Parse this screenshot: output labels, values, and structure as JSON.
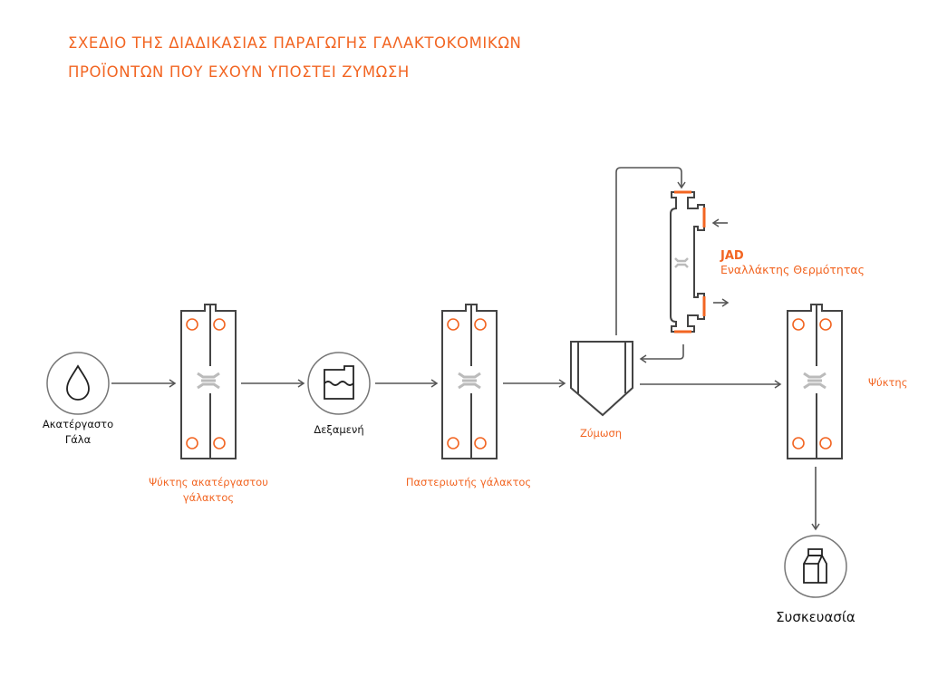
{
  "title": {
    "line1": "ΣΧΕΔΙΟ ΤΗΣ ΔΙΑΔΙΚΑΣΙΑΣ ΠΑΡΑΓΩΓΗΣ ΓΑΛΑΚΤΟΚΟΜΙΚΩΝ",
    "line2": "ΠΡΟΪΟΝΤΩΝ ΠΟΥ ΕΧΟΥΝ ΥΠΟΣΤΕΙ ΖΥΜΩΣΗ"
  },
  "nodes": {
    "raw_milk": {
      "line1": "Ακατέργαστο",
      "line2": "Γάλα",
      "icon": "droplet-icon"
    },
    "raw_cooler": {
      "line1": "Ψύκτης ακατέργαστου",
      "line2": "γάλακτος"
    },
    "tank": {
      "label": "Δεξαμενή",
      "icon": "tank-icon"
    },
    "pasteurizer": {
      "label": "Παστεριωτής γάλακτος"
    },
    "fermentation": {
      "label": "Ζύμωση"
    },
    "heat_exchanger": {
      "line1": "JAD",
      "line2": "Εναλλάκτης Θερμότητας"
    },
    "cooler": {
      "label": "Ψύκτης"
    },
    "packaging": {
      "label": "Συσκευασία",
      "icon": "milk-carton-icon"
    }
  },
  "colors": {
    "accent": "#f26522",
    "line": "#555555"
  }
}
